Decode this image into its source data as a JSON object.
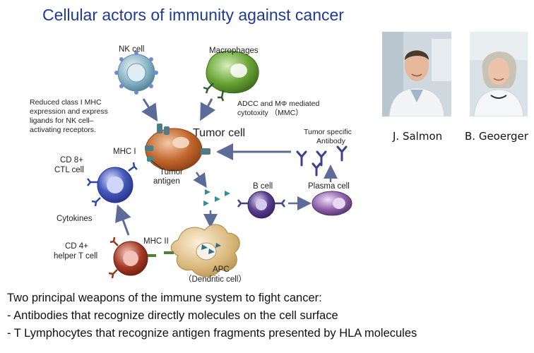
{
  "title": "Cellular actors of immunity against cancer",
  "diagram": {
    "nk_cell": "NK cell",
    "macrophages": "Macrophages",
    "nk_note": [
      "Reduced class I MHC",
      "expression and express",
      "ligands for NK cell–",
      "activating receptors."
    ],
    "adcc_note": [
      "ADCC and MΦ mediated",
      "cytotoxity （MMC）"
    ],
    "tumor_cell": "Tumor cell",
    "tumor_specific_antibody": [
      "Tumor specific",
      "Antibody"
    ],
    "mhc1": "MHC I",
    "cd8": [
      "CD 8+",
      "CTL cell"
    ],
    "tumor_antigen": [
      "Tumor",
      "antigen"
    ],
    "b_cell": "B cell",
    "plasma_cell": "Plasma cell",
    "cytokines": "Cytokines",
    "mhc2": "MHC II",
    "cd4": [
      "CD 4+",
      "helper T cell"
    ],
    "apc": [
      "APC",
      "（Dendritic cell）"
    ]
  },
  "people": {
    "left_name": "J. Salmon",
    "right_name": "B. Geoerger"
  },
  "bottom_text": {
    "line1": "Two principal weapons of the immune system to fight cancer:",
    "line2": "- Antibodies that recognize directly molecules on the cell surface",
    "line3": "- T Lymphocytes that recognize antigen fragments presented by HLA molecules"
  },
  "colors": {
    "title": "#1f3a93",
    "tumor_cell": "#c0652a",
    "nk_cell": "#8ab4c7",
    "macrophage": "#6aa437",
    "cd8_cell": "#4557b8",
    "b_cell": "#5b3f8f",
    "plasma_cell": "#8c5fa8",
    "cd4_cell": "#a53a26",
    "apc": "#d9b779",
    "arrow": "#5d6b99"
  }
}
